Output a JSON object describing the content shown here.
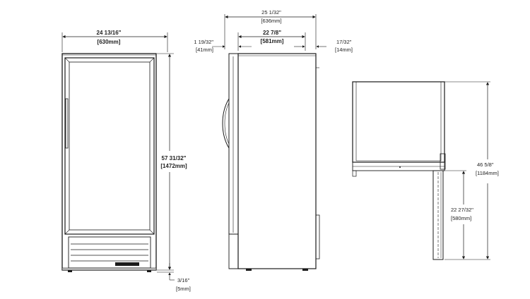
{
  "front_view": {
    "width_in": "24 13/16\"",
    "width_mm": "[630mm]",
    "height_in": "57 31/32\"",
    "height_mm": "[1472mm]",
    "leg_in": "3/16\"",
    "leg_mm": "[5mm]"
  },
  "side_view": {
    "overall_in": "25 1/32\"",
    "overall_mm": "[636mm]",
    "cabinet_in": "22 7/8\"",
    "cabinet_mm": "[581mm]",
    "door_in": "1 19/32\"",
    "door_mm": "[41mm]",
    "rear_in": "17/32\"",
    "rear_mm": "[14mm]"
  },
  "top_view": {
    "depth_in": "46 5/8\"",
    "depth_mm": "[1184mm]",
    "door_in": "22 27/32\"",
    "door_mm": "[580mm]"
  }
}
